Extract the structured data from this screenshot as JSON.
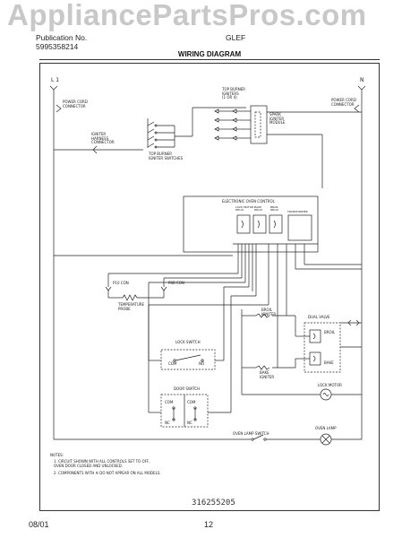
{
  "watermark": "AppliancePartsPros.com",
  "header": {
    "part_no_label": "Publication No.",
    "part_no": "5995358214",
    "model": "GLEF"
  },
  "diagram_title": "WIRING DIAGRAM",
  "terminals": {
    "l1": "L 1",
    "n": "N"
  },
  "labels": {
    "power_cord_left": "POWER CORD\nCONNECTOR",
    "power_cord_right": "POWER CORD\nCONNECTOR",
    "igniter_harness": "IGNITER\nHARNESS\nCONNECTOR",
    "top_burner_igniter_switches": "TOP BURNER\nIGNITER SWITCHES",
    "top_burner_igniters": "TOP BURNER\nIGNITERS\n(1 OR 4)",
    "spark_igniter_module": "SPARK\nIGNITER\nMODULE",
    "electronic_oven_control": "ELECTRONIC OVEN CONTROL",
    "relay_1": "LOCK MOTOR\nRELAY",
    "relay_2": "BAKE\nRELAY",
    "relay_3": "BROIL\nRELAY",
    "transformer": "TRANSFORMER",
    "temperature_probe": "TEMPERATURE\nPROBE",
    "pin_con_left": "P10 CON",
    "pin_con_right": "P8B CON",
    "lock_switch": "LOCK SWITCH",
    "door_switch": "DOOR SWITCH",
    "com": "COM",
    "nc": "NC",
    "no": "NO",
    "broil_igniter": "BROIL\nIGNITER",
    "bake_igniter": "BAKE\nIGNITER",
    "dual_valve": "DUAL VALVE",
    "broil": "BROIL",
    "bake": "BAKE",
    "lock_motor": "LOCK MOTOR",
    "oven_lamp": "OVEN LAMP",
    "oven_lamp_switch": "OVEN LAMP SWITCH"
  },
  "notes": {
    "heading": "NOTES:",
    "note_1": "1.   CIRCUIT SHOWN WITH ALL CONTROLS SET TO OFF,\n      OVEN DOOR CLOSED AND UNLOCKED.",
    "note_2": "2.   COMPONENTS WITH  ※  DO NOT APPEAR ON ALL MODELS."
  },
  "document_number": "316255205",
  "footer": {
    "date": "08/01",
    "page": "12"
  }
}
